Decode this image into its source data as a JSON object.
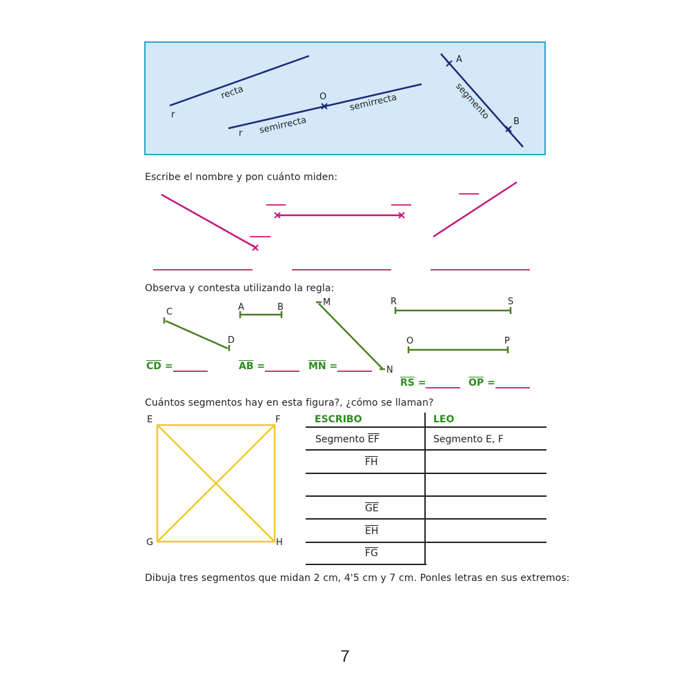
{
  "definitions": {
    "recta_label": "recta",
    "recta_point": "r",
    "semirrecta_left_label": "semirrecta",
    "semirrecta_right_label": "semirrecta",
    "semirrecta_point": "r",
    "origin_label": "O",
    "segmento_label": "segmento",
    "segment_end_a": "A",
    "segment_end_b": "B"
  },
  "exercise1": {
    "instruction": "Escribe el nombre y pon cuánto miden:"
  },
  "exercise2": {
    "instruction": "Observa y contesta utilizando la regla:",
    "points": {
      "C": "C",
      "D": "D",
      "A": "A",
      "B": "B",
      "M": "M",
      "N": "N",
      "R": "R",
      "S": "S",
      "O": "O",
      "P": "P"
    },
    "answers": [
      {
        "segment": "CD",
        "eq": "="
      },
      {
        "segment": "AB",
        "eq": "="
      },
      {
        "segment": "MN",
        "eq": "="
      },
      {
        "segment": "RS",
        "eq": "="
      },
      {
        "segment": "OP",
        "eq": "="
      }
    ]
  },
  "exercise3": {
    "instruction": "Cuántos segmentos hay en esta figura?, ¿cómo se llaman?",
    "vertices": {
      "E": "E",
      "F": "F",
      "G": "G",
      "H": "H"
    },
    "table": {
      "headers": {
        "escribo": "ESCRIBO",
        "leo": "LEO"
      },
      "rows": [
        {
          "prefix": "Segmento",
          "seg": "EF",
          "leo": "Segmento E, F"
        },
        {
          "prefix": "",
          "seg": "FH",
          "leo": ""
        },
        {
          "prefix": "",
          "seg": "",
          "leo": ""
        },
        {
          "prefix": "",
          "seg": "GE",
          "leo": ""
        },
        {
          "prefix": "",
          "seg": "EH",
          "leo": ""
        },
        {
          "prefix": "",
          "seg": "FG",
          "leo": ""
        }
      ]
    }
  },
  "exercise4": {
    "instruction": "Dibuja tres segmentos que midan 2 cm, 4'5 cm y 7 cm. Ponles letras en sus extremos:"
  },
  "page_number": "7",
  "colors": {
    "box_fill": "#d3e9f8",
    "box_border": "#2aa7c6",
    "navy_line": "#1e2a78",
    "magenta": "#c2187a",
    "pink_blank": "#d6307a",
    "green": "#4b7f22",
    "green_text": "#2e8b1f",
    "yellow": "#f2c82c"
  }
}
